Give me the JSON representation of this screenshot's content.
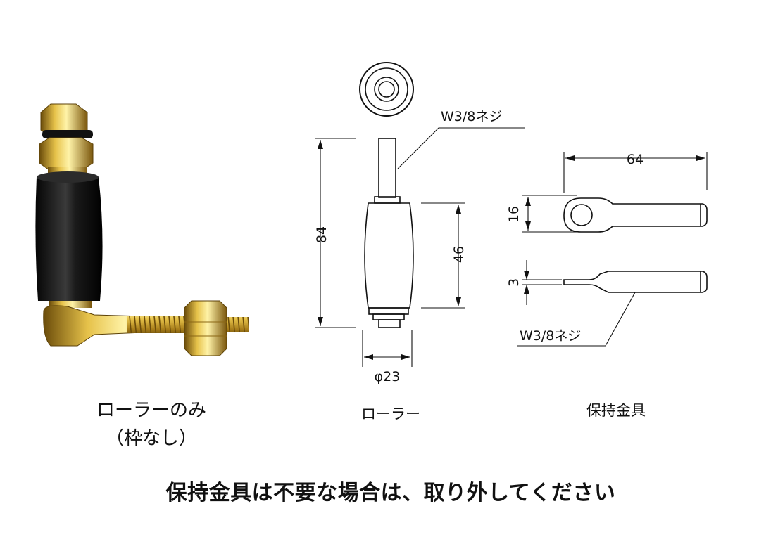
{
  "captions": {
    "photo_line1": "ローラーのみ",
    "photo_line2": "（枠なし）",
    "roller": "ローラー",
    "bracket": "保持金具"
  },
  "note": "保持金具は不要な場合は、取り外してください",
  "dimensions": {
    "roller_thread": "W3/8ネジ",
    "roller_total_length": "84",
    "roller_body_length": "46",
    "roller_diameter": "φ23",
    "bracket_length": "64",
    "bracket_width": "16",
    "bracket_thickness": "3",
    "bracket_thread": "W3/8ネジ"
  }
}
